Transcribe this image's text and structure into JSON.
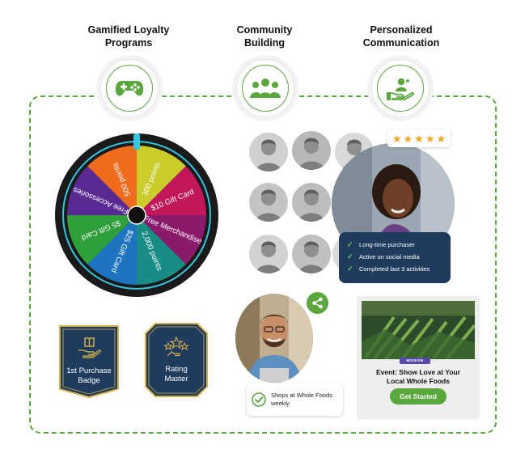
{
  "headings": [
    {
      "line1": "Gamified Loyalty",
      "line2": "Programs",
      "icon": "gamepad-icon"
    },
    {
      "line1": "Community",
      "line2": "Building",
      "icon": "community-people-icon"
    },
    {
      "line1": "Personalized",
      "line2": "Communication",
      "icon": "hand-person-icon"
    }
  ],
  "wheel": {
    "segments": [
      {
        "label": "300 points",
        "color": "#c9cc2a"
      },
      {
        "label": "$10 Gift Card",
        "color": "#c2185b"
      },
      {
        "label": "Free Merchandise",
        "color": "#8a1a6b"
      },
      {
        "label": "2,000 points",
        "color": "#1a8c86"
      },
      {
        "label": "$25 Gift Card",
        "color": "#1f74c2"
      },
      {
        "label": "$5 Gift Card",
        "color": "#2e9f3b"
      },
      {
        "label": "Free Accessories",
        "color": "#5a2a93"
      },
      {
        "label": "500 points",
        "color": "#ef6c1f"
      }
    ],
    "pointer_color": "#35c6e0",
    "ring_color": "#1a1a1a"
  },
  "badges": [
    {
      "line1": "1st  Purchase",
      "line2": "Badge",
      "icon": "gift-hand-icon"
    },
    {
      "line1": "Rating",
      "line2": "Master",
      "icon": "rating-stars-icon"
    }
  ],
  "stars": {
    "count": 5,
    "color": "#f5a623"
  },
  "attributes": [
    "Long-time purchaser",
    "Active on social media",
    "Completed last 3 activities"
  ],
  "shop": {
    "line1": "Shops at Whole Foods",
    "line2": "weekly"
  },
  "event": {
    "pill": "MISSION",
    "title1": "Event: Show Love at Your",
    "title2": "Local Whole Foods",
    "button": "Get Started"
  },
  "colors": {
    "accent_green": "#5aa83d",
    "navy": "#1f3b5e",
    "gold": "#d7b24a"
  }
}
